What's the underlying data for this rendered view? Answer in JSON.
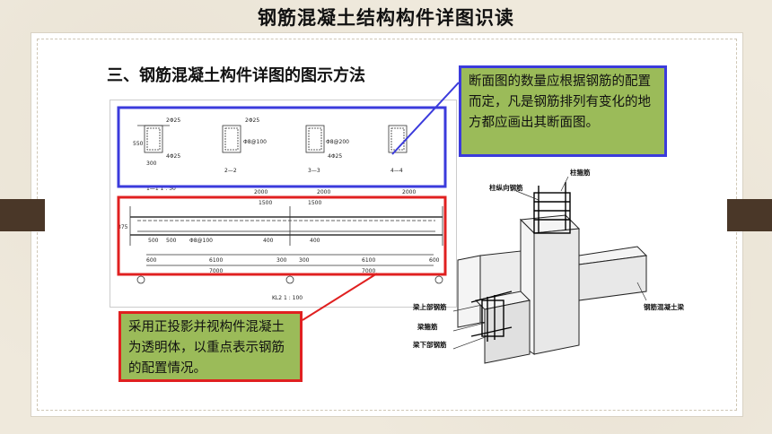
{
  "slide": {
    "title": "钢筋混凝土结构构件详图识读",
    "subtitle": "三、钢筋混凝土构件详图的图示方法",
    "note_section": "断面图的数量应根据钢筋的配置而定，凡是钢筋排列有变化的地方都应画出其断面图。",
    "note_projection": "采用正投影并视构件混凝土为透明体，以重点表示钢筋的配置情况。"
  },
  "drawing": {
    "sections": [
      "1—1  1 : 50",
      "2—2",
      "3—3",
      "4—4"
    ],
    "dims_top": [
      "2000",
      "2000",
      "2000"
    ],
    "dims_mid": [
      "1500",
      "1500"
    ],
    "dims_bottom": [
      "6100",
      "6100"
    ],
    "dims_total": [
      "7000",
      "7000"
    ],
    "dims_small": [
      "600",
      "300",
      "300",
      "600",
      "500",
      "500",
      "400",
      "400"
    ],
    "height": "375",
    "section_height": "550",
    "section_width": "300",
    "rebar_note": "Φ8@100",
    "beam_label": "KL2   1 : 100",
    "rebar_labels": [
      "2Φ25",
      "4Φ25",
      "Φ8@100",
      "Φ8@200",
      "2Φ25",
      "4Φ25"
    ]
  },
  "isometric": {
    "labels": [
      "柱箍筋",
      "柱纵向钢筋",
      "梁上部钢筋",
      "梁箍筋",
      "梁下部钢筋",
      "钢筋混凝土梁"
    ]
  },
  "colors": {
    "blue_frame": "#3b3bdc",
    "red_frame": "#e02020",
    "note_fill": "#9bbb59",
    "tab": "#4a3728"
  }
}
